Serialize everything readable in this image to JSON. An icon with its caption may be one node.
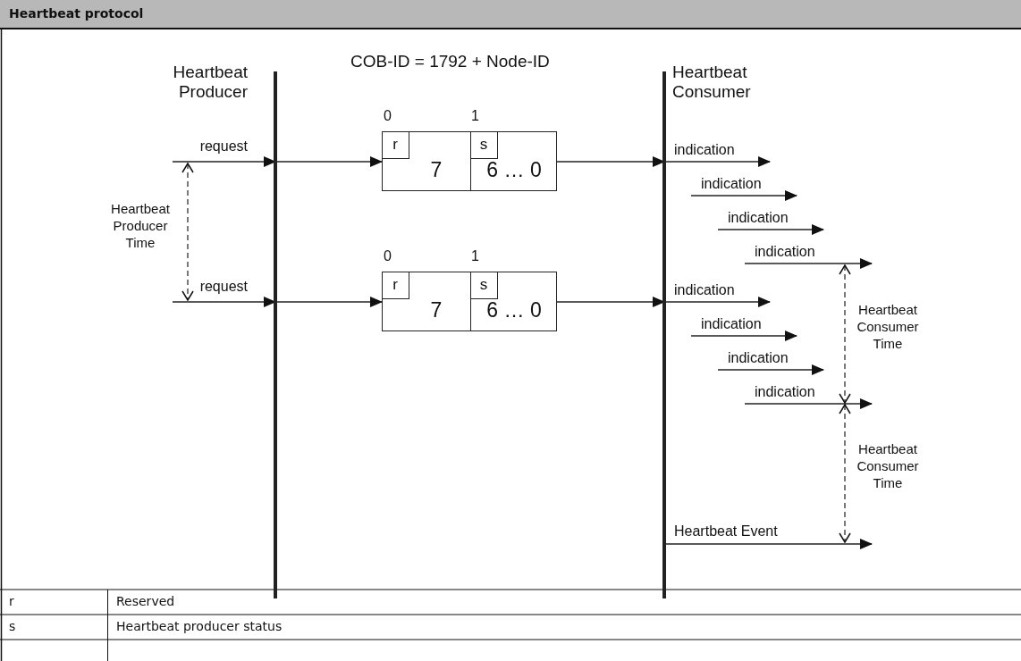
{
  "diagram": {
    "title": "Heartbeat protocol",
    "nodes": [
      {
        "text": [
          "Heartbeat Producer"
        ]
      },
      {
        "text": [
          "Heartbeat Consumer"
        ]
      },
      {
        "text": [
          "7",
          "6 … 0"
        ],
        "beside": [
          "0",
          "1"
        ]
      },
      {
        "text": [
          "r"
        ],
        "in": 2
      },
      {
        "text": [
          "s"
        ],
        "in": 2
      },
      {
        "text": [
          "7",
          "6 … 0"
        ],
        "beside": [
          "0",
          "1"
        ]
      },
      {
        "text": [
          "r"
        ],
        "in": 5
      },
      {
        "text": [
          "s"
        ],
        "in": 5
      }
    ],
    "edges": [
      {
        "from": null,
        "to": 0,
        "arrow": "to",
        "label": "request"
      },
      {
        "from": 0,
        "to": 2,
        "arrow": "to"
      },
      {
        "from": 2,
        "to": 1,
        "arrow": "to"
      },
      {
        "from": 1,
        "to": null,
        "arrow": "to",
        "label": "indication"
      },
      {
        "from": null,
        "to": 0,
        "arrow": "to",
        "label": "request"
      },
      {
        "from": 0,
        "to": 5,
        "arrow": "to"
      },
      {
        "from": 5,
        "to": 1,
        "arrow": "to"
      },
      {
        "from": 1,
        "to": null,
        "arrow": "to",
        "label": "indication"
      },
      {
        "from": 1,
        "to": null,
        "arrow": "to",
        "label": "Heartbeat Event"
      }
    ],
    "labels": [
      "COB-ID = 1792 + Node-ID",
      "indication",
      "indication",
      "indication",
      "Heartbeat Producer Time",
      "indication",
      "indication",
      "indication",
      "Heartbeat Consumer Time",
      "Heartbeat Consumer Time",
      "r",
      "Reserved",
      "s",
      "Heartbeat producer status"
    ]
  }
}
